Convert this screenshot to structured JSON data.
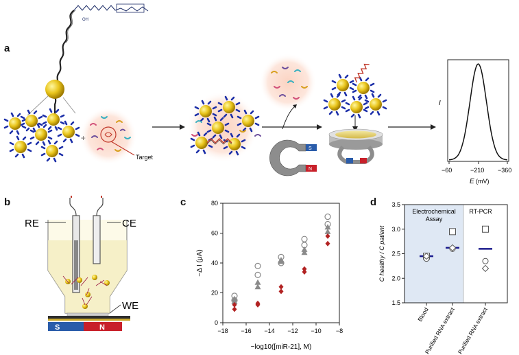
{
  "panel_labels": {
    "a": "a",
    "b": "b",
    "c": "c",
    "d": "d"
  },
  "panel_a": {
    "target_label": "Target",
    "plus": "+",
    "molecule_text": "OH",
    "magnet_s": "S",
    "magnet_n": "N",
    "voltammogram": {
      "y_label": "I",
      "x_label": "E",
      "x_unit": "(mV)",
      "x_ticks": [
        "−60",
        "−210",
        "−360"
      ]
    }
  },
  "panel_b": {
    "re_label": "RE",
    "ce_label": "CE",
    "we_label": "WE",
    "magnet_s": "S",
    "magnet_n": "N"
  },
  "chart_data": [
    {
      "type": "scatter",
      "ylabel": "−Δ I (μA)",
      "xlabel": "−log10([miR-21], M)",
      "xlim": [
        -18,
        -8
      ],
      "ylim": [
        0,
        80
      ],
      "x_ticks": [
        "−18",
        "−16",
        "−14",
        "−12",
        "−10",
        "−8"
      ],
      "y_ticks": [
        "0",
        "20",
        "40",
        "60",
        "80"
      ],
      "series": [
        {
          "marker": "open-circle",
          "color": "#888888",
          "points": [
            [
              -17,
              18
            ],
            [
              -17,
              15
            ],
            [
              -15,
              38
            ],
            [
              -15,
              32
            ],
            [
              -13,
              44
            ],
            [
              -13,
              40
            ],
            [
              -11,
              56
            ],
            [
              -11,
              52
            ],
            [
              -9,
              71
            ],
            [
              -9,
              66
            ]
          ]
        },
        {
          "marker": "triangle",
          "color": "#8a8a8a",
          "points": [
            [
              -17,
              16
            ],
            [
              -17,
              14
            ],
            [
              -15,
              27
            ],
            [
              -15,
              24
            ],
            [
              -13,
              42
            ],
            [
              -13,
              41
            ],
            [
              -11,
              49
            ],
            [
              -11,
              47
            ],
            [
              -9,
              64
            ],
            [
              -9,
              61
            ]
          ]
        },
        {
          "marker": "diamond",
          "color": "#b22222",
          "points": [
            [
              -17,
              12
            ],
            [
              -17,
              9
            ],
            [
              -15,
              13
            ],
            [
              -15,
              12
            ],
            [
              -13,
              24
            ],
            [
              -13,
              21
            ],
            [
              -11,
              36
            ],
            [
              -11,
              34
            ],
            [
              -9,
              58
            ],
            [
              -9,
              53
            ]
          ]
        }
      ]
    },
    {
      "type": "scatter",
      "ylabel": "C healthy / C patient",
      "ylim": [
        1.5,
        3.5
      ],
      "y_ticks": [
        "1.5",
        "2.0",
        "2.5",
        "3.0",
        "3.5"
      ],
      "categories": [
        "Blood",
        "Purified RNA extract",
        "Purified RNA extract"
      ],
      "group_labels": [
        "Electrochemical Assay",
        "RT-PCR"
      ],
      "series": [
        {
          "marker": "mean-bar",
          "color": "#1a1a8c",
          "values": [
            2.45,
            2.62,
            2.6
          ]
        },
        {
          "marker": "open-square",
          "color": "#555555",
          "values": [
            2.45,
            2.95,
            3.0
          ]
        },
        {
          "marker": "open-circle",
          "color": "#555555",
          "values": [
            2.4,
            2.6,
            2.35
          ]
        },
        {
          "marker": "open-diamond",
          "color": "#555555",
          "values": [
            2.45,
            2.62,
            2.2
          ]
        }
      ]
    }
  ]
}
